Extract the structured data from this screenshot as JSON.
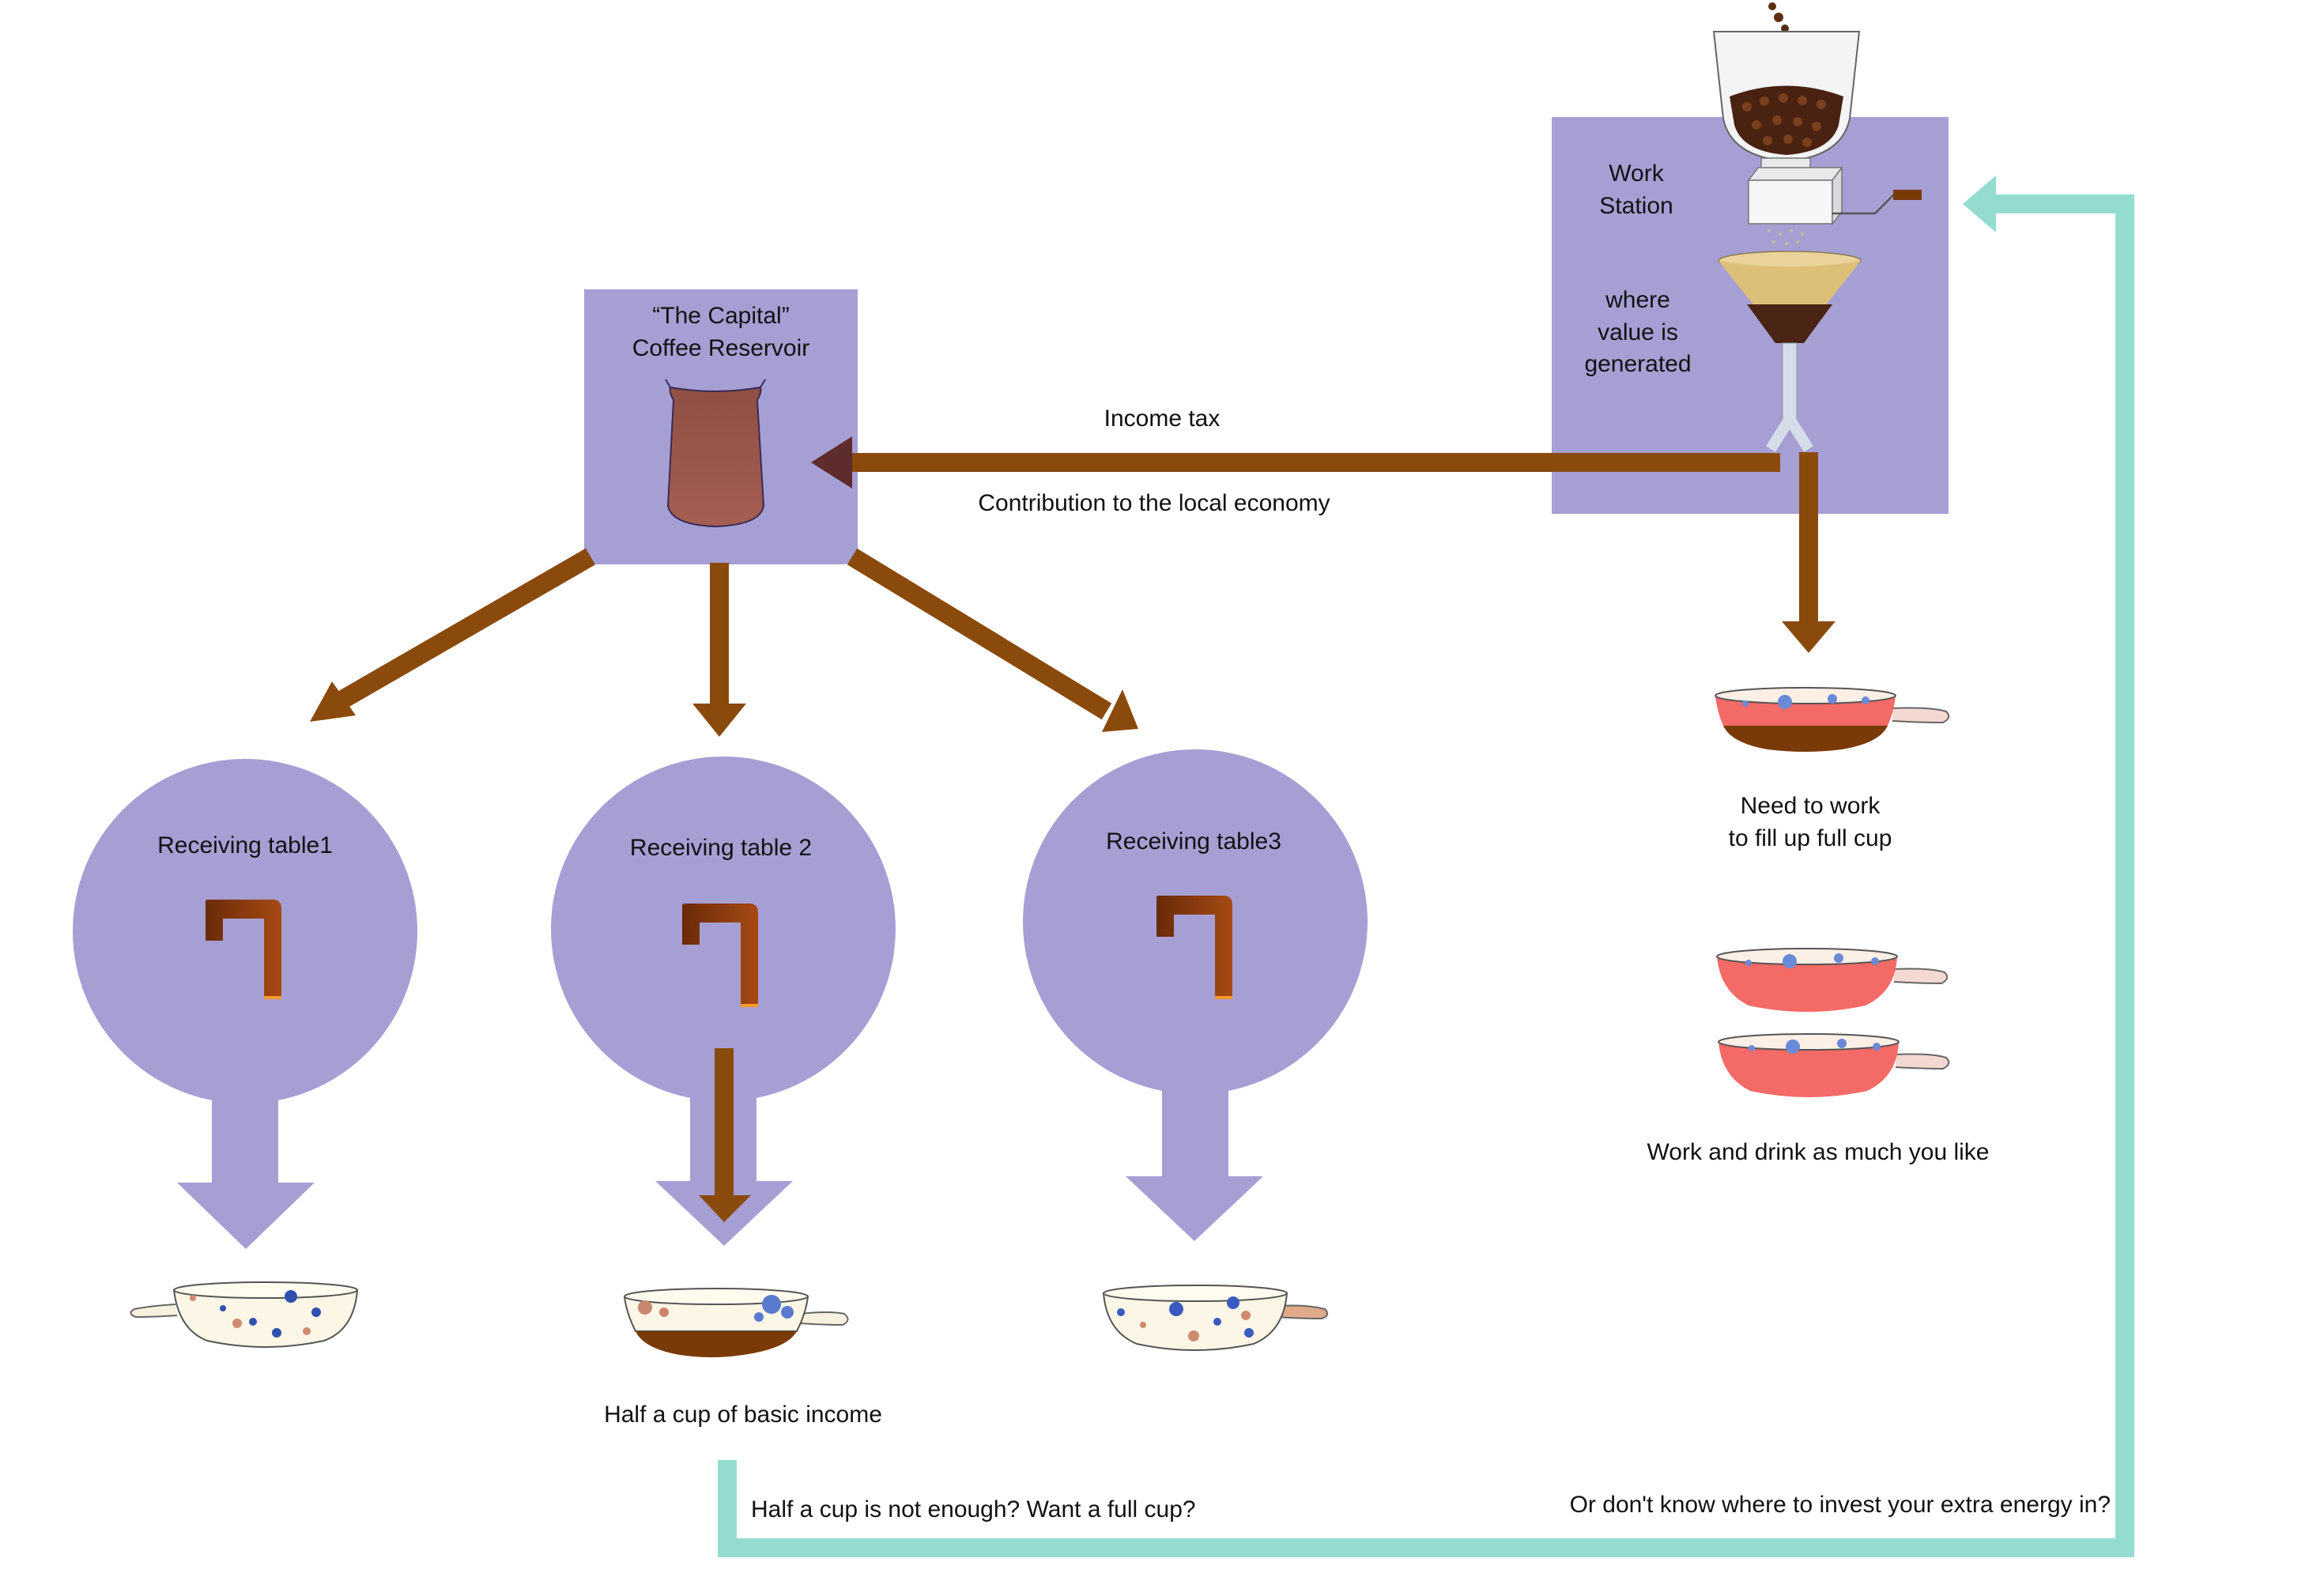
{
  "work_station": {
    "title": "Work\nStation",
    "subtitle": "where\nvalue is\ngenerated"
  },
  "reservoir": {
    "title": "“The Capital”\nCoffee Reservoir"
  },
  "flows": {
    "income_tax": "Income tax",
    "contribution": "Contribution to the local economy"
  },
  "tables": [
    {
      "label": "Receiving table1"
    },
    {
      "label": "Receiving table 2"
    },
    {
      "label": "Receiving table3"
    }
  ],
  "cups": {
    "half_cup_caption": "Half a cup of basic income",
    "need_to_work": "Need to work\nto fill up full cup",
    "work_and_drink": "Work and drink as much you like"
  },
  "feedback": {
    "not_enough": "Half a cup is not enough? Want a full cup?",
    "extra_energy": "Or don't know where to invest your extra energy in?"
  },
  "colors": {
    "box": "#a69fd4",
    "coffee_flow": "#8a4a0c",
    "loop": "#93dccf",
    "cup_fill": "#f46a66",
    "coffee_dark": "#7a3a08"
  }
}
